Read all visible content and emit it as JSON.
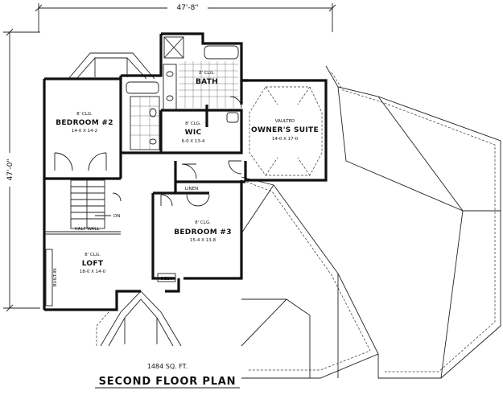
{
  "dimensions": {
    "width": "47'-8\"",
    "depth": "47'-0\""
  },
  "rooms": {
    "bath": {
      "name": "BATH",
      "ceiling": "8' CLG."
    },
    "bedroom2": {
      "name": "BEDROOM #2",
      "ceiling": "8' CLG.",
      "size": "14-0 X 14-2"
    },
    "wic": {
      "name": "WIC",
      "ceiling": "8' CLG.",
      "size": "6-0 X 13-4"
    },
    "owners_suite": {
      "name": "OWNER'S SUITE",
      "ceiling": "VAULTED",
      "size": "14-0 X 17-0"
    },
    "linen": {
      "name": "LINEN"
    },
    "bedroom3": {
      "name": "BEDROOM #3",
      "ceiling": "8' CLG.",
      "size": "15-4 X 13-8"
    },
    "loft": {
      "name": "LOFT",
      "ceiling": "8' CLG.",
      "size": "18-0 X 14-0"
    },
    "desk": {
      "name": "DESK"
    },
    "half_wall": {
      "name": "HALF WALL"
    },
    "built_in": {
      "name": "BUILT-IN"
    }
  },
  "footer": {
    "area": "1484 SQ. FT.",
    "title": "SECOND FLOOR PLAN"
  }
}
